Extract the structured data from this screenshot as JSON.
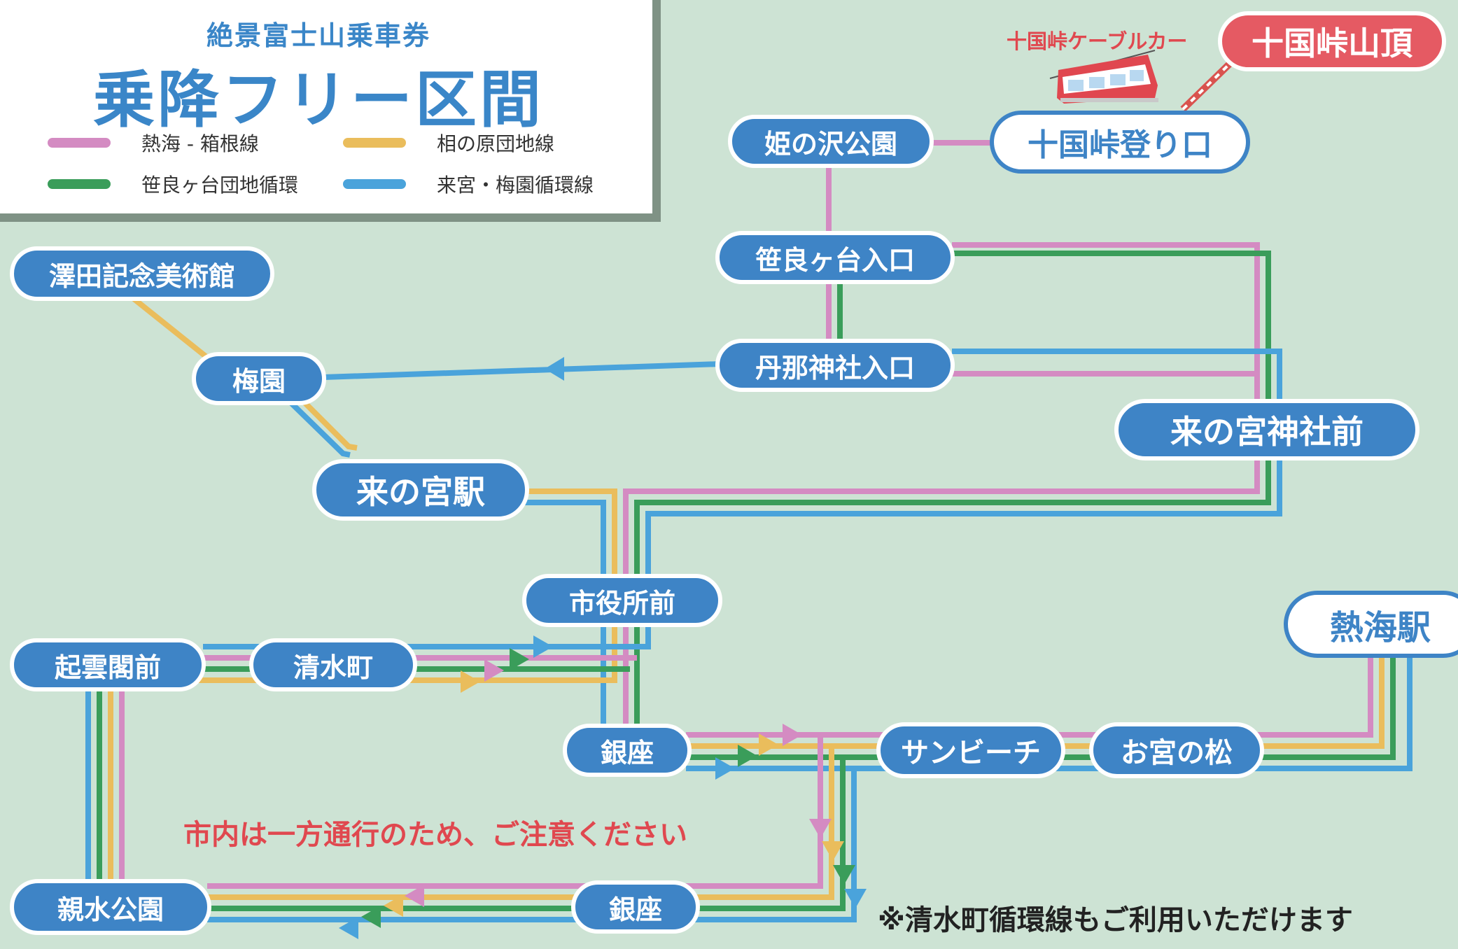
{
  "title": {
    "subtitle": "絶景富士山乗車券",
    "main": "乗降フリー区間"
  },
  "legend": [
    {
      "label": "熱海 - 箱根線",
      "color": "#d48bc2"
    },
    {
      "label": "相の原団地線",
      "color": "#eabd5c"
    },
    {
      "label": "笹良ヶ台団地循環",
      "color": "#3a9d5a"
    },
    {
      "label": "来宮・梅園循環線",
      "color": "#4aa3db"
    }
  ],
  "stations": {
    "sawada": "澤田記念美術館",
    "baien": "梅園",
    "kinomiya_sta": "来の宮駅",
    "shiyakusho": "市役所前",
    "kiunkaku": "起雲閣前",
    "shimizucho": "清水町",
    "ginza_upper": "銀座",
    "shinsui": "親水公園",
    "ginza_lower": "銀座",
    "himenosawa": "姫の沢公園",
    "jikkoku_entrance": "十国峠登り口",
    "jikkoku_summit": "十国峠山頂",
    "sasara": "笹良ヶ台入口",
    "tanna": "丹那神社入口",
    "kinomiya_shrine": "来の宮神社前",
    "atami": "熱海駅",
    "sunbeach": "サンビーチ",
    "omiya": "お宮の松"
  },
  "cable_car_label": "十国峠ケーブルカー",
  "cable_car_icon": "cable-car-icon",
  "notes": {
    "one_way": "市内は一方通行のため、ご注意ください",
    "loop": "※清水町循環線もご利用いただけます"
  },
  "colors": {
    "pink": "#d48bc2",
    "yellow": "#eabd5c",
    "green": "#3a9d5a",
    "blue": "#4aa3db",
    "station_fill": "#3e84c6",
    "summit": "#e55a63",
    "note_red": "#e0484f",
    "background": "#cde3d4"
  }
}
